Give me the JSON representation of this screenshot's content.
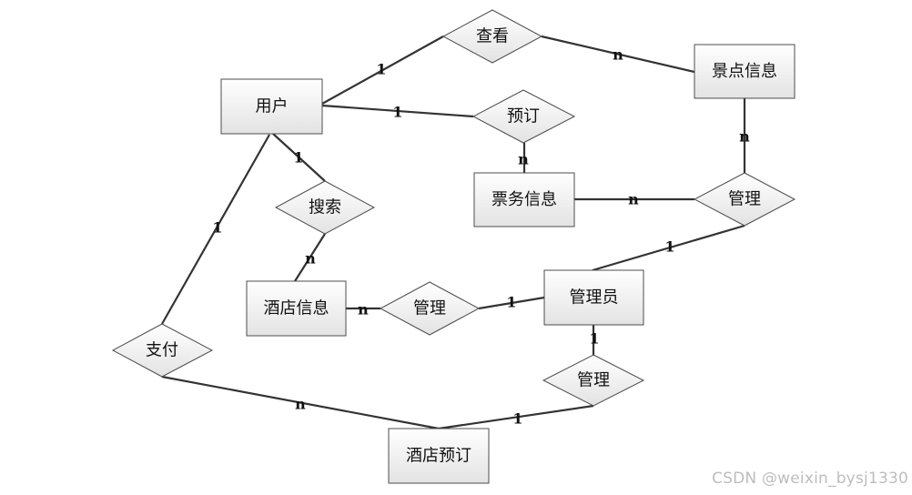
{
  "entities": {
    "user": "用户",
    "scenic_info": "景点信息",
    "ticket_info": "票务信息",
    "hotel_info": "酒店信息",
    "admin": "管理员",
    "hotel_booking": "酒店预订"
  },
  "relations": {
    "view": "查看",
    "book": "预订",
    "search": "搜索",
    "manage_ticket": "管理",
    "manage_hotel": "管理",
    "manage_booking": "管理",
    "pay": "支付"
  },
  "cardinalities": {
    "user_view": "1",
    "view_scenic": "n",
    "user_book": "1",
    "book_ticket": "n",
    "ticket_manage": "n",
    "scenic_manage": "n",
    "manage_admin_top": "1",
    "user_search": "1",
    "search_hotel": "n",
    "hotel_manage": "n",
    "manage_admin_mid": "1",
    "admin_manage_bottom": "1",
    "manage_booking_card": "1",
    "user_pay": "1",
    "pay_booking": "n"
  },
  "watermark": "CSDN @weixin_bysj1330"
}
